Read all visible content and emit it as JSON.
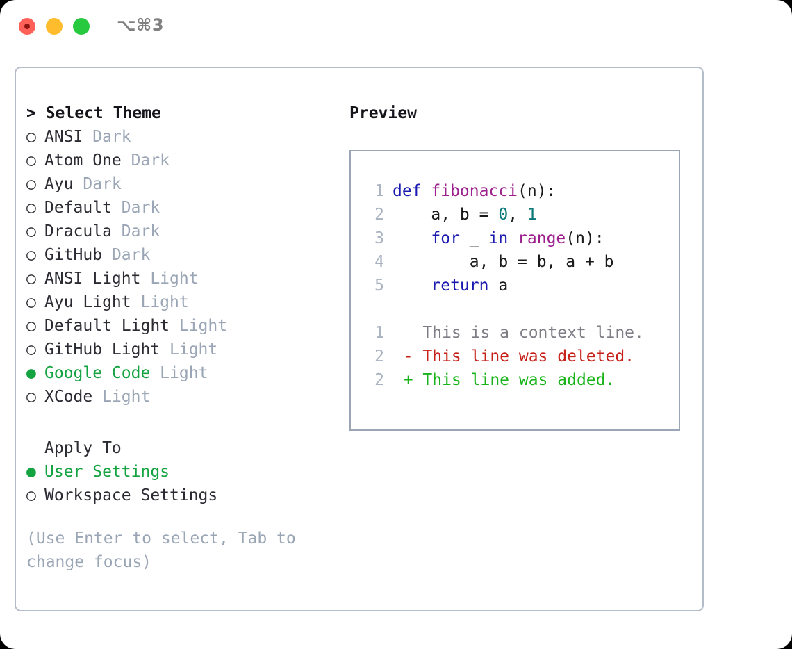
{
  "titlebar": {
    "shortcut": "⌥⌘3",
    "lights": [
      "close-red",
      "minimize-yellow",
      "zoom-green"
    ]
  },
  "left": {
    "heading": "> Select Theme",
    "themes": [
      {
        "marker": "○",
        "selected": false,
        "name": "ANSI",
        "tag": "Dark"
      },
      {
        "marker": "○",
        "selected": false,
        "name": "Atom One",
        "tag": "Dark"
      },
      {
        "marker": "○",
        "selected": false,
        "name": "Ayu",
        "tag": "Dark"
      },
      {
        "marker": "○",
        "selected": false,
        "name": "Default",
        "tag": "Dark"
      },
      {
        "marker": "○",
        "selected": false,
        "name": "Dracula",
        "tag": "Dark"
      },
      {
        "marker": "○",
        "selected": false,
        "name": "GitHub",
        "tag": "Dark"
      },
      {
        "marker": "○",
        "selected": false,
        "name": "ANSI Light",
        "tag": "Light"
      },
      {
        "marker": "○",
        "selected": false,
        "name": "Ayu Light",
        "tag": "Light"
      },
      {
        "marker": "○",
        "selected": false,
        "name": "Default Light",
        "tag": "Light"
      },
      {
        "marker": "○",
        "selected": false,
        "name": "GitHub Light",
        "tag": "Light"
      },
      {
        "marker": "●",
        "selected": true,
        "name": "Google Code",
        "tag": "Light"
      },
      {
        "marker": "○",
        "selected": false,
        "name": "XCode",
        "tag": "Light"
      }
    ],
    "apply_heading": "Apply To",
    "apply_options": [
      {
        "marker": "●",
        "selected": true,
        "name": "User Settings",
        "tag": ""
      },
      {
        "marker": "○",
        "selected": false,
        "name": "Workspace Settings",
        "tag": ""
      }
    ],
    "hint": "(Use Enter to select, Tab to change focus)"
  },
  "right": {
    "preview_title": "Preview",
    "code_lines": [
      {
        "n": "1",
        "tokens": [
          {
            "t": "def ",
            "c": "k"
          },
          {
            "t": "fibonacci",
            "c": "fn"
          },
          {
            "t": "(n):",
            "c": "pl"
          }
        ]
      },
      {
        "n": "2",
        "tokens": [
          {
            "t": "    a, b = ",
            "c": "pl"
          },
          {
            "t": "0",
            "c": "num"
          },
          {
            "t": ", ",
            "c": "pl"
          },
          {
            "t": "1",
            "c": "num"
          }
        ]
      },
      {
        "n": "3",
        "tokens": [
          {
            "t": "    ",
            "c": "pl"
          },
          {
            "t": "for",
            "c": "k"
          },
          {
            "t": " _ ",
            "c": "pl"
          },
          {
            "t": "in",
            "c": "k"
          },
          {
            "t": " ",
            "c": "pl"
          },
          {
            "t": "range",
            "c": "fn"
          },
          {
            "t": "(n):",
            "c": "pl"
          }
        ]
      },
      {
        "n": "4",
        "tokens": [
          {
            "t": "        a, b = b, a + b",
            "c": "pl"
          }
        ]
      },
      {
        "n": "5",
        "tokens": [
          {
            "t": "    ",
            "c": "pl"
          },
          {
            "t": "return",
            "c": "k"
          },
          {
            "t": " a",
            "c": "pl"
          }
        ]
      }
    ],
    "diff_lines": [
      {
        "n": "1",
        "sign": " ",
        "text": "This is a context line.",
        "kind": "d-ctx"
      },
      {
        "n": "2",
        "sign": "-",
        "text": "This line was deleted.",
        "kind": "d-del"
      },
      {
        "n": "2",
        "sign": "+",
        "text": "This line was added.",
        "kind": "d-add"
      }
    ]
  },
  "colors": {
    "accent_green": "#13a340",
    "muted": "#9aa5b5",
    "keyword": "#1a1ab0",
    "function": "#9c1f8d",
    "number": "#0d7878",
    "diff_add": "#17b318",
    "diff_del": "#c62119",
    "panel_border": "#b3bcc9",
    "preview_border": "#9aa5b5"
  }
}
